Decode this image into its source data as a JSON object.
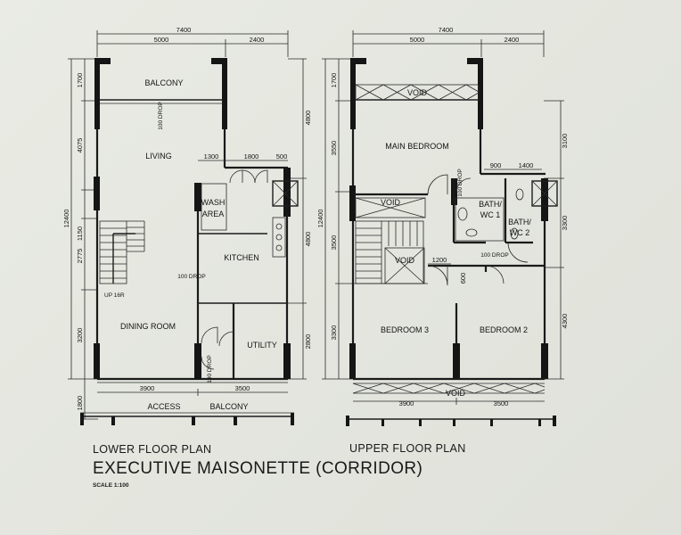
{
  "captions": {
    "lower": "LOWER FLOOR PLAN",
    "upper": "UPPER FLOOR PLAN",
    "title": "EXECUTIVE MAISONETTE (CORRIDOR)",
    "scale": "SCALE 1:100"
  },
  "lower_plan": {
    "dims_top": [
      "7400",
      "5000",
      "2400"
    ],
    "dims_left": [
      "1700",
      "4075",
      "12400",
      "1150",
      "2775",
      "3200",
      "1800"
    ],
    "dims_right": [
      "4800",
      "4800",
      "2800"
    ],
    "dims_bottom": [
      "3900",
      "3500"
    ],
    "dims_inner": [
      "1300",
      "1800",
      "500"
    ],
    "rooms": {
      "balcony": "BALCONY",
      "living": "LIVING",
      "wash1": "WASH",
      "wash2": "AREA",
      "kitchen": "KITCHEN",
      "dining": "DINING ROOM",
      "utility": "UTILITY",
      "access": "ACCESS",
      "access_balcony": "BALCONY"
    },
    "notes": {
      "drop_balcony": "100 DROP",
      "drop_kitchen": "100 DROP",
      "drop_utility": "100 DROP",
      "up": "UP 16R"
    }
  },
  "upper_plan": {
    "dims_top": [
      "7400",
      "5000",
      "2400"
    ],
    "dims_left": [
      "1700",
      "3550",
      "12400",
      "3500",
      "3300"
    ],
    "dims_right": [
      "3100",
      "3300",
      "4300"
    ],
    "dims_bottom": [
      "3900",
      "3500"
    ],
    "dims_inner": [
      "900",
      "1400",
      "1200",
      "600"
    ],
    "rooms": {
      "void_top": "VOID",
      "main_bedroom": "MAIN BEDROOM",
      "void_mid": "VOID",
      "void_stair": "VOID",
      "bath1a": "BATH/",
      "bath1b": "WC 1",
      "bath2a": "BATH/",
      "bath2b": "WC 2",
      "bedroom3": "BEDROOM 3",
      "bedroom2": "BEDROOM 2",
      "void_bottom": "VOID"
    },
    "notes": {
      "drop_main": "100 DROP",
      "drop_bath": "100 DROP"
    }
  }
}
